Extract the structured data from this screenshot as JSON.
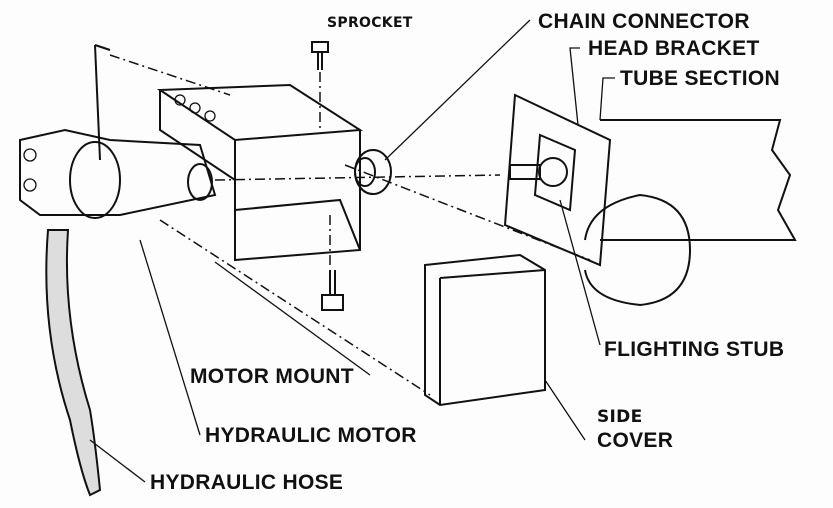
{
  "labels": {
    "sprocket": "SPROCKET",
    "chain_connector": "CHAIN CONNECTOR",
    "head_bracket": "HEAD BRACKET",
    "tube_section": "TUBE SECTION",
    "flighting_stub": "FLIGHTING STUB",
    "motor_mount": "MOTOR MOUNT",
    "hydraulic_motor": "HYDRAULIC MOTOR",
    "hydraulic_hose": "HYDRAULIC HOSE",
    "side_cover_line1": "SIDE",
    "side_cover_line2": "COVER"
  }
}
